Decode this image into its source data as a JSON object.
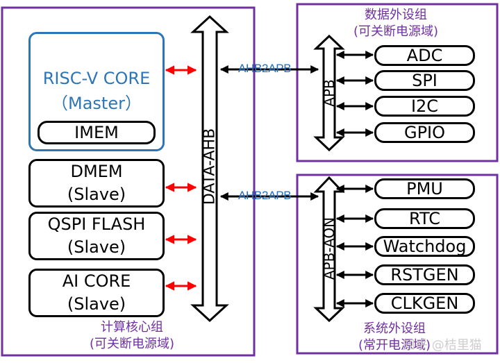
{
  "colors": {
    "group_border": "#7030a0",
    "core_border": "#2e75b6",
    "core_text": "#2e75b6",
    "label": "#7030a0",
    "red_arrow": "#ff0000",
    "bridge_text": "#1f6fbf"
  },
  "compute_group": {
    "core": {
      "name": "RISC-V CORE",
      "role": "（Master）"
    },
    "imem": "IMEM",
    "dmem": {
      "name": "DMEM",
      "role": "(Slave)"
    },
    "qspi": {
      "name": "QSPI FLASH",
      "role": "(Slave)"
    },
    "aicore": {
      "name": "AI CORE",
      "role": "(Slave)"
    },
    "label_line1": "计算核心组",
    "label_line2": "(可关断电源域)"
  },
  "bus": {
    "name": "DATA-AHB"
  },
  "bridges": {
    "top": "AHB2APB",
    "bottom": "AHB2APB"
  },
  "data_group": {
    "label_line1": "数据外设组",
    "label_line2": "(可关断电源域)",
    "bus": "APB",
    "items": [
      "ADC",
      "SPI",
      "I2C",
      "GPIO"
    ]
  },
  "system_group": {
    "label_line1": "系统外设组",
    "label_line2": "(常开电源域)",
    "bus": "APB-AON",
    "items": [
      "PMU",
      "RTC",
      "Watchdog",
      "RSTGEN",
      "CLKGEN"
    ]
  },
  "watermark": "知乎 @桔里猫"
}
